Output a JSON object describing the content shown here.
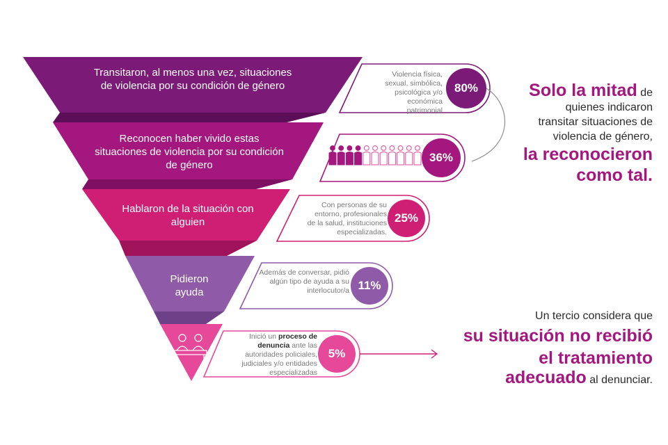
{
  "colors": {
    "tier1": "#7c1a78",
    "tier1_side": "#5a0f58",
    "tier2": "#a3177f",
    "tier2_side": "#7e0f62",
    "tier3": "#cf1f74",
    "tier3_side": "#a0125a",
    "tier4": "#8f5aa8",
    "tier4_side": "#6e4088",
    "tier5": "#e6489a",
    "tier5_side": "#b92e78",
    "accent": "#a3177f",
    "text": "#2b2b2b",
    "muted": "#7a7a7a"
  },
  "chart_data": {
    "type": "funnel",
    "tiers": [
      {
        "label": "Transitaron, al menos una vez, situaciones de violencia por su condición de género",
        "value": 80,
        "value_label": "80%",
        "detail": "Violencia física, sexual, simbólica, psicológica y/o económica patrimonial"
      },
      {
        "label": "Reconocen haber vivido estas situaciones de violencia por su condición de género",
        "value": 36,
        "value_label": "36%",
        "detail": ""
      },
      {
        "label": "Hablaron de la situación con alguien",
        "value": 25,
        "value_label": "25%",
        "detail": "Con personas de su entorno, profesionales de la salud, instituciones especializadas."
      },
      {
        "label": "Pidieron ayuda",
        "value": 11,
        "value_label": "11%",
        "detail": "Además de conversar, pidió algún tipo de ayuda a su interlocutor/a"
      },
      {
        "label": "",
        "value": 5,
        "value_label": "5%",
        "detail_parts": [
          "Inició un ",
          "proceso de denuncia",
          " ante las autoridades policiales, judiciales y/o entidades especializadas"
        ]
      }
    ],
    "pictogram": {
      "filled": 4,
      "total": 11
    }
  },
  "notes": {
    "top": {
      "hl1": "Solo la mitad",
      "t1": " de",
      "t2": "quienes indicaron",
      "t3": "transitar situaciones de",
      "t4": "violencia de género,",
      "hl2": "la reconocieron",
      "hl3": "como tal."
    },
    "bottom": {
      "t1": "Un tercio considera que",
      "hl1": "su situación no recibió",
      "hl2": "el tratamiento",
      "hl3": "adecuado",
      "t2": " al denunciar."
    }
  }
}
